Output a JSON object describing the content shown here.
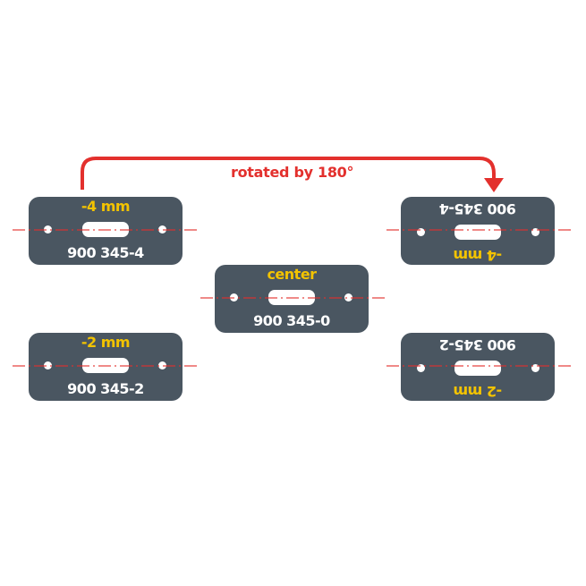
{
  "diagram": {
    "caption": "rotated by 180°",
    "colors": {
      "plate": "#4a5661",
      "size_label": "#f3c300",
      "part_number": "#ffffff",
      "accent": "#e3302d"
    },
    "plates": [
      {
        "id": "minus4",
        "size_label": "-4 mm",
        "part_number": "900 345-4",
        "rotated": false
      },
      {
        "id": "minus2",
        "size_label": "-2 mm",
        "part_number": "900 345-2",
        "rotated": false
      },
      {
        "id": "center",
        "size_label": "center",
        "part_number": "900 345-0",
        "rotated": false
      },
      {
        "id": "minus4-rotated",
        "size_label": "-4 mm",
        "part_number": "900 345-4",
        "rotated": true
      },
      {
        "id": "minus2-rotated",
        "size_label": "-2 mm",
        "part_number": "900 345-2",
        "rotated": true
      }
    ]
  }
}
